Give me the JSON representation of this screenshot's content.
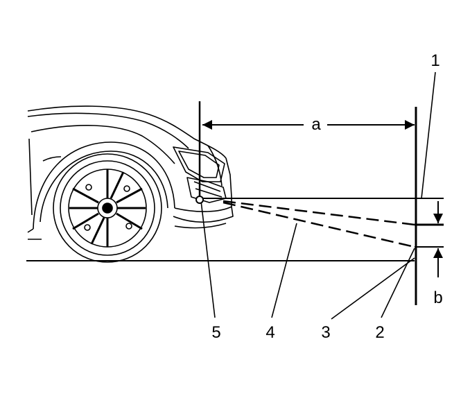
{
  "diagram": {
    "callouts": {
      "c1": "1",
      "c2": "2",
      "c3": "3",
      "c4": "4",
      "c5": "5",
      "a": "a",
      "b": "b"
    },
    "line_color": "#000000",
    "background": "#ffffff"
  }
}
